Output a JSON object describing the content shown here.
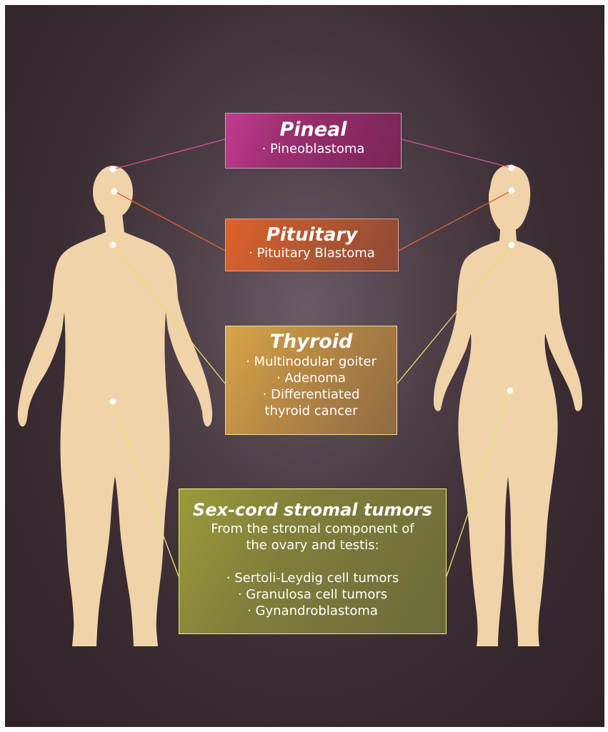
{
  "colors": {
    "skin": "#f0d3a8",
    "pineal_box": "#9b2f6f",
    "pituitary_box": "#bd5a30",
    "thyroid_box": "#b98a45",
    "sexcord_box": "#807e3a",
    "pineal_line": "#d9508e",
    "pituitary_line": "#e0602c",
    "thyroid_line": "#e8de6a",
    "sexcord_line": "#e8e86a",
    "dot": "#ffffff"
  },
  "figures": [
    "male-silhouette",
    "female-silhouette"
  ],
  "labels": {
    "pineal": {
      "title": "Pineal",
      "items": [
        "· Pineoblastoma"
      ]
    },
    "pituitary": {
      "title": "Pituitary",
      "items": [
        "· Pituitary Blastoma"
      ]
    },
    "thyroid": {
      "title": "Thyroid",
      "items": [
        "· Multinodular goiter",
        "· Adenoma",
        "· Differentiated",
        "thyroid cancer"
      ]
    },
    "sexcord": {
      "title": "Sex-cord stromal tumors",
      "description": [
        "From the stromal component of",
        "the ovary and testis:"
      ],
      "items": [
        "· Sertoli-Leydig cell tumors",
        "· Granulosa cell tumors",
        "· Gynandroblastoma"
      ]
    }
  }
}
